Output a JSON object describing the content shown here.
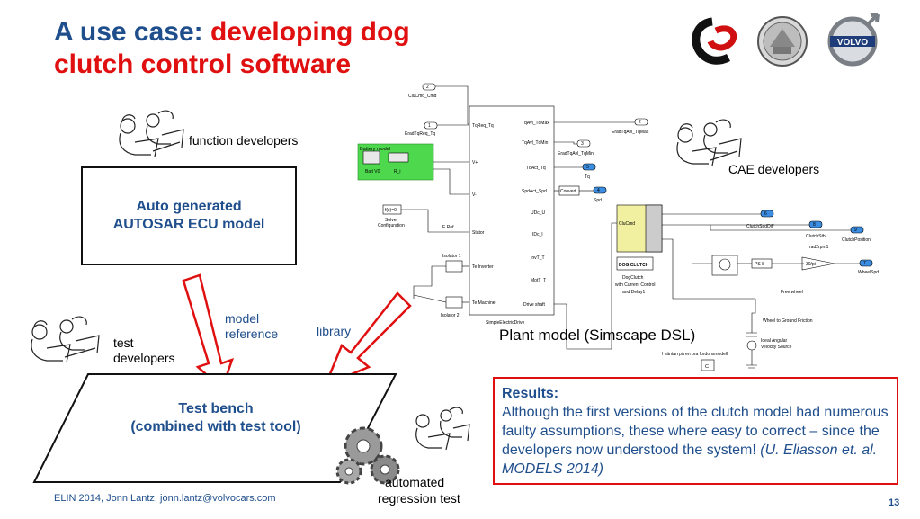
{
  "title": {
    "part1": "A use case: ",
    "part2": "developing dog",
    "line2": "clutch control software"
  },
  "labels": {
    "function_developers": "function developers",
    "cae_developers": "CAE developers",
    "test_developers_1": "test",
    "test_developers_2": "developers",
    "model_reference_1": "model",
    "model_reference_2": "reference",
    "library": "library",
    "plant_model": "Plant model (Simscape DSL)",
    "automated_1": "automated",
    "automated_2": "regression test"
  },
  "autosar_box": {
    "line1": "Auto generated",
    "line2": "AUTOSAR ECU model"
  },
  "test_bench": {
    "line1": "Test bench",
    "line2": "(combined with test tool)"
  },
  "results": {
    "heading": "Results:",
    "body": "Although the first versions of the clutch model had numerous faulty assumptions, these where easy to correct – since the developers now understood the system!",
    "citation": "(U. Eliasson et. al. MODELS 2014)"
  },
  "footer": "ELIN 2014, Jonn Lantz, jonn.lantz@volvocars.com",
  "page_number": "13",
  "simulink": {
    "clucmd_num": "2",
    "clucmd": "CluCmd_Cmd",
    "tqreq_num": "1",
    "tqreq": "EradTqReq_Tq",
    "battery": "Battery model",
    "batt_a": "Batt V0",
    "batt_b": "R_i",
    "solver_fx": "f(x)=0",
    "solver": "Solver",
    "solver2": "Configuration",
    "eref": "E Ref",
    "isolator1": "Isolator 1",
    "isolator2": "Isolator 2",
    "port_tqreq": "TqReq_Tq",
    "port_vp": "V+",
    "port_vm": "V-",
    "port_stator": "Stator",
    "port_teinv": "Te Inverter",
    "port_temach": "Te Machine",
    "port_tqavmax": "TqAvl_TqMax",
    "port_tqavmin": "TqAvl_TqMin",
    "port_tqact": "TqAct_Tq",
    "port_spdact": "SpdAct_Spd",
    "port_udc": "UDc_U",
    "port_idc": "IDc_I",
    "port_invt": "InvT_T",
    "port_mott": "MotT_T",
    "port_drive": "Drive shaft",
    "drive_name": "SimpleElectricDrive",
    "out2_num": "2",
    "out2": "EradTqAvl_TqMax",
    "out3_num": "3",
    "out3": "EradTqAvl_TqMin",
    "out5_num": "5",
    "out5": "Tq",
    "convert": "Convert",
    "out4_num": "4",
    "out4": "Spd",
    "cluc_cmd": "CluCmd",
    "dog_clutch": "DOG CLUTCH",
    "dog_desc1": "DogClutch",
    "dog_desc2": "with Current Control",
    "dog_desc3": "and Delay1",
    "out6_num": "6",
    "out6": "ClutchSpdDiff",
    "out8_num": "8",
    "out8": "ClutchStb",
    "out9_num": "9",
    "out9": "ClutchPosition",
    "rad2rpm": "rad2rpm1",
    "pss": "PS S",
    "gain": "30/pi",
    "out7_num": "7",
    "out7": "WheelSpd",
    "freewheel": "Free wheel",
    "friction": "Wheel to Ground Friction",
    "source1": "Ideal Angular",
    "source2": "Velocity Source",
    "note": "I väntan på en bra fordonsmodell",
    "cblock": "C"
  },
  "logos": {
    "volvo": "VOLVO"
  }
}
